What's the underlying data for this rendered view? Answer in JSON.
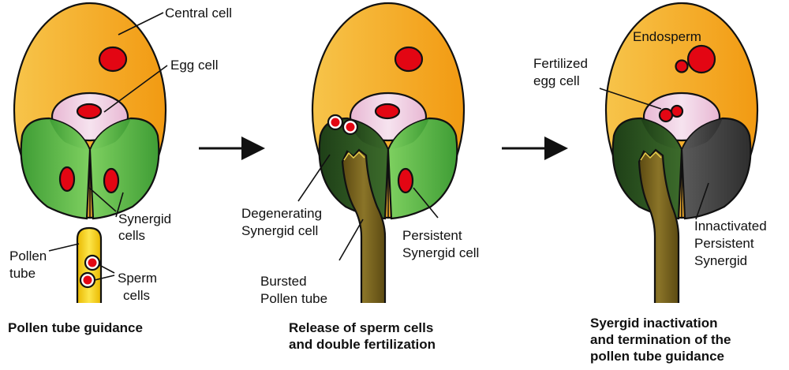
{
  "colors": {
    "central_cell": "#f5a623",
    "egg_cell": "#ecc6dd",
    "nucleus": "#e30613",
    "synergid": "#5cb446",
    "degenerating_synergid": "#274d1e",
    "inactivated_synergid": "#3c3c3c",
    "pollen_tube": "#f4d020",
    "burst_pollen_tube": "#6f5c1c"
  },
  "icons": [
    "arrow-right-icon",
    "ovule-diagram",
    "pollen-tube-diagram"
  ],
  "panels": [
    {
      "labels": {
        "central_cell": "Central cell",
        "egg_cell": "Egg cell",
        "synergid_1": "Synergid",
        "synergid_2": "cells",
        "pollen_1": "Pollen",
        "pollen_2": "tube",
        "sperm_1": "Sperm",
        "sperm_2": "cells"
      },
      "caption": [
        "Pollen tube guidance"
      ]
    },
    {
      "labels": {
        "degenerating_1": "Degenerating",
        "degenerating_2": "Synergid cell",
        "persistent_1": "Persistent",
        "persistent_2": "Synergid cell",
        "bursted_1": "Bursted",
        "bursted_2": "Pollen tube"
      },
      "caption": [
        "Release of sperm cells",
        "and double fertilization"
      ]
    },
    {
      "labels": {
        "endosperm": "Endosperm",
        "fertilized_1": "Fertilized",
        "fertilized_2": "egg cell",
        "inactivated_1": "Innactivated",
        "inactivated_2": "Persistent",
        "inactivated_3": "Synergid"
      },
      "caption": [
        "Syergid inactivation",
        "and termination of the",
        "pollen tube guidance"
      ]
    }
  ]
}
